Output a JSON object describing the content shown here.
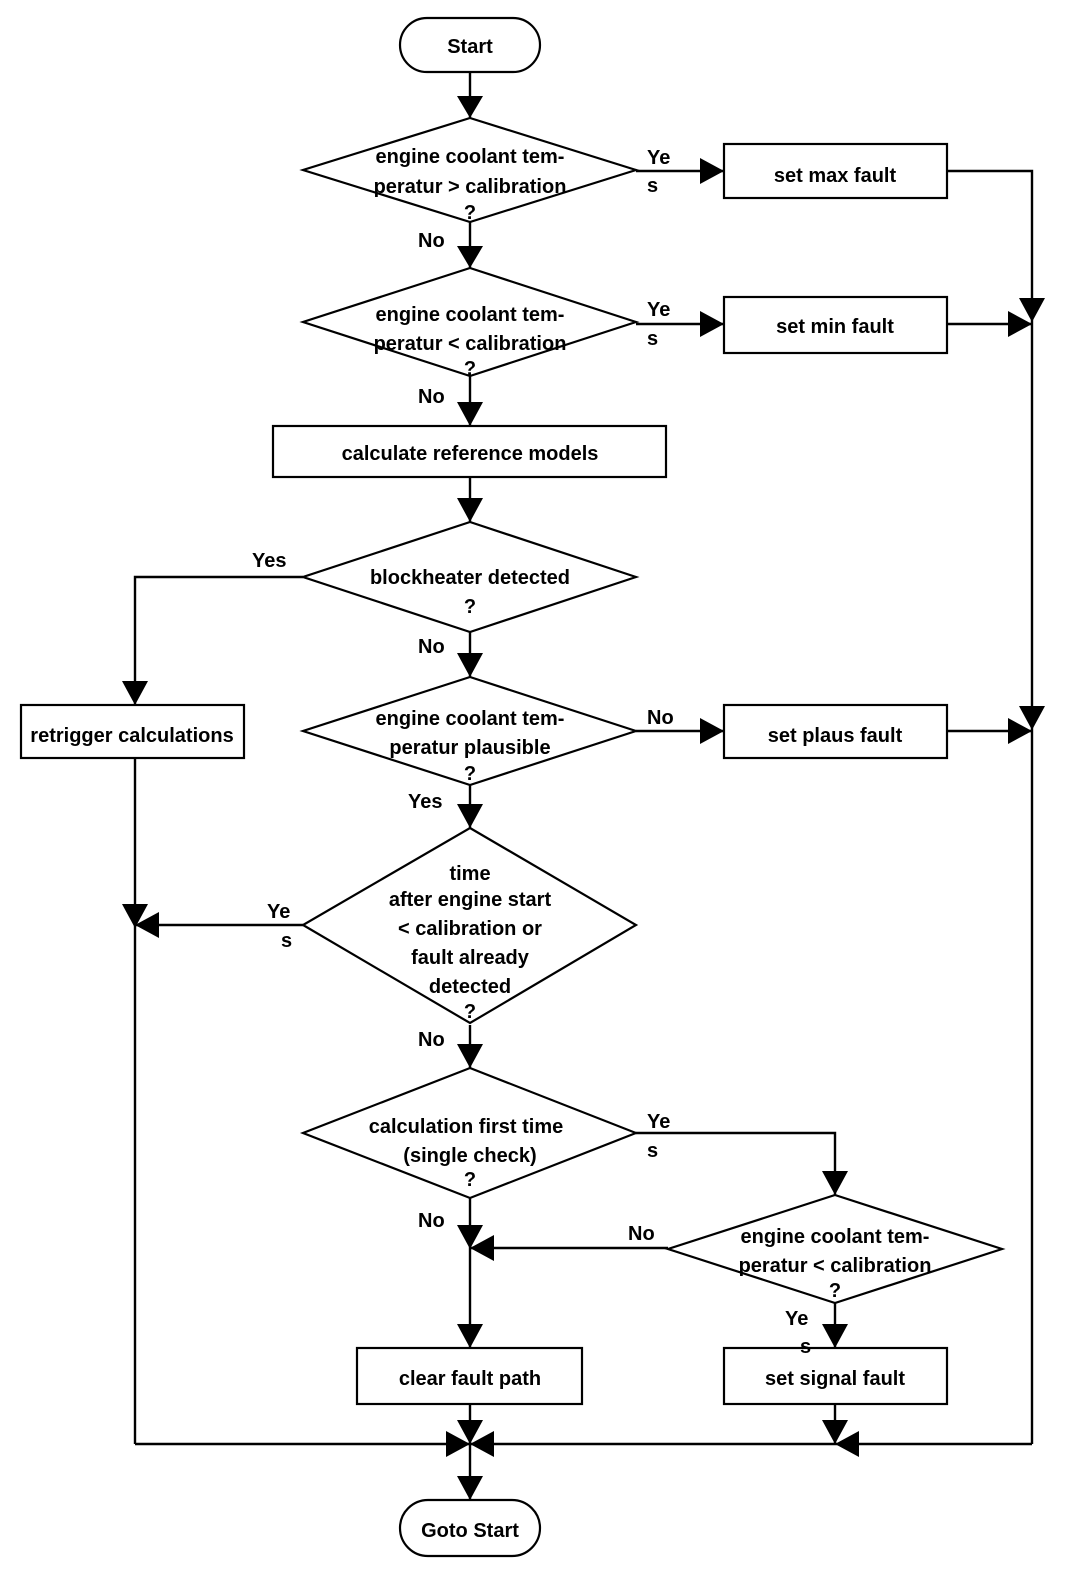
{
  "nodes": {
    "start": "Start",
    "d1": [
      "engine coolant tem-",
      "peratur > calibration",
      "?"
    ],
    "max_fault": "set max fault",
    "d2": [
      "engine coolant tem-",
      "peratur < calibration",
      "?"
    ],
    "min_fault": "set min fault",
    "calc_ref": "calculate reference models",
    "d3": [
      "blockheater detected",
      "?"
    ],
    "retrigger": "retrigger calculations",
    "d4": [
      "engine coolant tem-",
      "peratur plausible",
      "?"
    ],
    "plaus_fault": "set plaus fault",
    "d5": [
      "time",
      "after engine start",
      "< calibration or",
      "fault already",
      "detected",
      "?"
    ],
    "d6": [
      "calculation first time",
      "(single check)",
      "?"
    ],
    "d7": [
      "engine coolant tem-",
      "peratur < calibration",
      "?"
    ],
    "clear_fault": "clear fault path",
    "signal_fault": "set signal fault",
    "goto_start": "Goto Start"
  },
  "edges": {
    "d1_yes": [
      "Ye",
      "s"
    ],
    "d1_no": "No",
    "d2_yes": [
      "Ye",
      "s"
    ],
    "d2_no": "No",
    "d3_yes": "Yes",
    "d3_no": "No",
    "d4_no": "No",
    "d4_yes": "Yes",
    "d5_yes": [
      "Ye",
      "s"
    ],
    "d5_no": "No",
    "d6_yes": [
      "Ye",
      "s"
    ],
    "d6_no": "No",
    "d7_no": "No",
    "d7_yes": [
      "Ye",
      "s"
    ]
  }
}
